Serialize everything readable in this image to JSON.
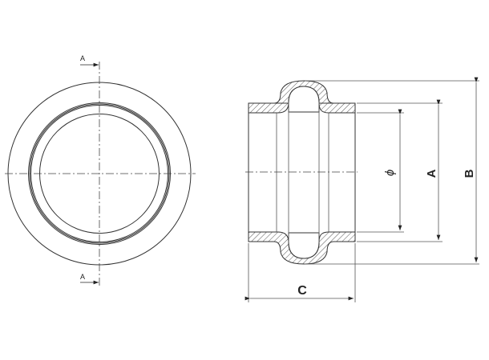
{
  "front_view": {
    "section_label_top": "A",
    "section_label_bottom": "A"
  },
  "section_view": {
    "dimension_labels": {
      "diameter": "ϕ",
      "a": "A",
      "b": "B",
      "c": "C"
    }
  },
  "colors": {
    "line": "#333333",
    "background": "#ffffff"
  }
}
